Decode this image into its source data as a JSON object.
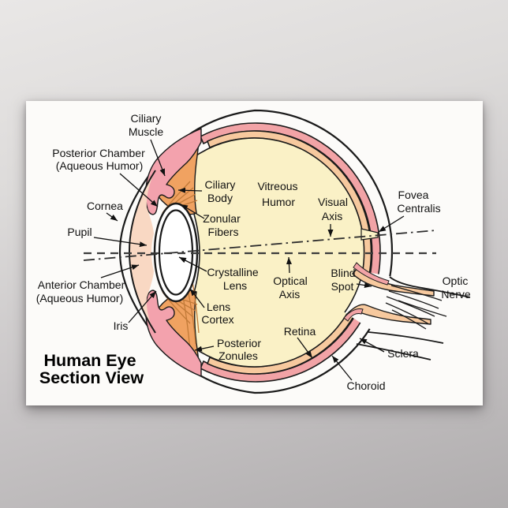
{
  "poster": {
    "title": [
      "Human Eye",
      "Section View"
    ],
    "labels": {
      "ciliary_muscle": [
        "Ciliary",
        "Muscle"
      ],
      "posterior_chamber": [
        "Posterior Chamber",
        "(Aqueous Humor)"
      ],
      "cornea": [
        "Cornea"
      ],
      "pupil": [
        "Pupil"
      ],
      "anterior_chamber": [
        "Anterior Chamber",
        "(Aqueous Humor)"
      ],
      "iris": [
        "Iris"
      ],
      "ciliary_body": [
        "Ciliary",
        "Body"
      ],
      "zonular_fibers": [
        "Zonular",
        "Fibers"
      ],
      "crystalline_lens": [
        "Crystalline",
        "Lens"
      ],
      "lens_cortex": [
        "Lens",
        "Cortex"
      ],
      "posterior_zonules": [
        "Posterior",
        "Zonules"
      ],
      "vitreous_humor": [
        "Vitreous",
        "Humor"
      ],
      "visual_axis": [
        "Visual",
        "Axis"
      ],
      "optical_axis": [
        "Optical",
        "Axis"
      ],
      "fovea_centralis": [
        "Fovea",
        "Centralis"
      ],
      "blind_spot": [
        "Blind",
        "Spot"
      ],
      "optic_nerve": [
        "Optic",
        "Nerve"
      ],
      "retina": [
        "Retina"
      ],
      "sclera": [
        "Sclera"
      ],
      "choroid": [
        "Choroid"
      ]
    },
    "colors": {
      "sclera_white": "#fcfbf9",
      "choroid_pink": "#f2a3a6",
      "retina_peach": "#f7c99e",
      "vitreous_yellow": "#faf1c6",
      "anterior_chamber_peach": "#f9d8c3",
      "iris_pink": "#f3a2ad",
      "ciliary_orange": "#f0a261",
      "zonule_line": "#c17a38",
      "outline_black": "#1a1a1a"
    }
  }
}
